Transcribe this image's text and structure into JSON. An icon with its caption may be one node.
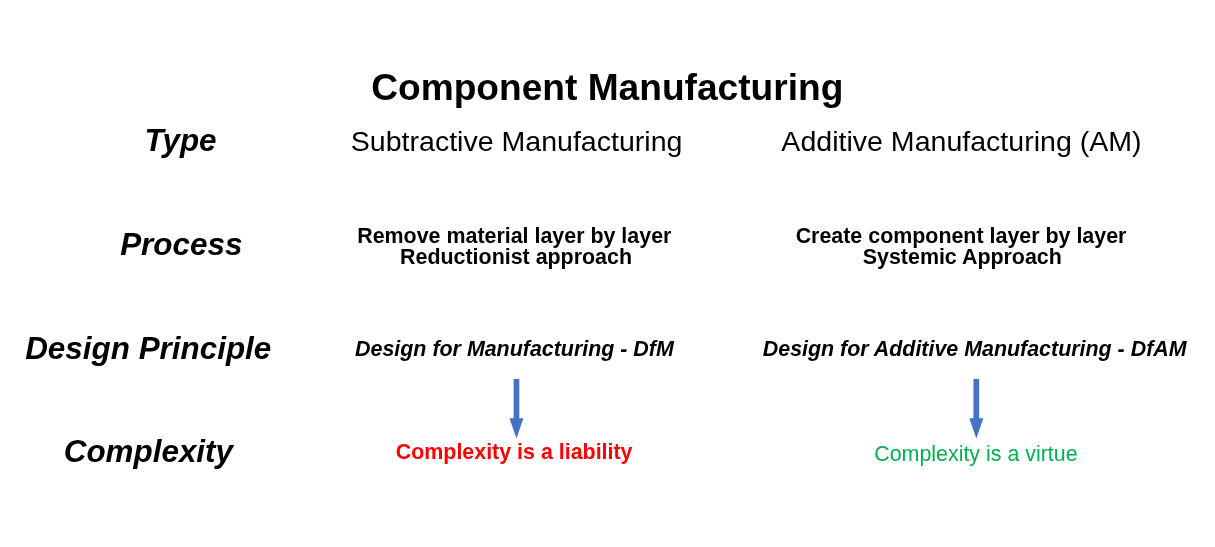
{
  "diagram": {
    "title": "Component Manufacturing",
    "nodes": [
      {
        "text": [
          "Design for Manufacturing - DfM"
        ]
      },
      {
        "text": [
          "Complexity is a liability"
        ]
      },
      {
        "text": [
          "Design for Additive Manufacturing - DfAM"
        ]
      },
      {
        "text": [
          "Complexity is a virtue"
        ]
      }
    ],
    "edges": [
      {
        "from": 0,
        "to": 1,
        "arrow": "to"
      },
      {
        "from": 2,
        "to": 3,
        "arrow": "to"
      }
    ],
    "labels": [
      "Type",
      "Subtractive Manufacturing",
      "Additive Manufacturing (AM)",
      "Process",
      "Remove material layer by layer",
      "Reductionist approach",
      "Create component layer by layer",
      "Systemic Approach",
      "Design Principle",
      "Complexity"
    ]
  }
}
